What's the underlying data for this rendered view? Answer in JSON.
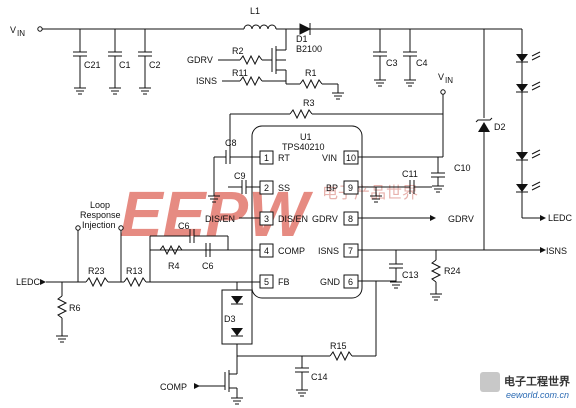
{
  "ic": {
    "ref": "U1",
    "part": "TPS40210"
  },
  "pins": [
    {
      "num": "1",
      "name": "RT"
    },
    {
      "num": "2",
      "name": "SS"
    },
    {
      "num": "3",
      "name": "DIS/EN"
    },
    {
      "num": "4",
      "name": "COMP"
    },
    {
      "num": "5",
      "name": "FB"
    },
    {
      "num": "10",
      "name": "VIN"
    },
    {
      "num": "9",
      "name": "BP"
    },
    {
      "num": "8",
      "name": "GDRV"
    },
    {
      "num": "7",
      "name": "ISNS"
    },
    {
      "num": "6",
      "name": "GND"
    }
  ],
  "nets": {
    "vin": "V",
    "vin_sub": "IN",
    "gdrv": "GDRV",
    "isns": "ISNS",
    "dis_en": "DIS/EN",
    "ledc": "LEDC",
    "comp": "COMP"
  },
  "components": {
    "L1": "L1",
    "D1": "D1",
    "D1_part": "B2100",
    "C21": "C21",
    "C1": "C1",
    "C2": "C2",
    "C3": "C3",
    "C4": "C4",
    "R2": "R2",
    "R11": "R11",
    "R1": "R1",
    "R3": "R3",
    "C8": "C8",
    "C9": "C9",
    "C10": "C10",
    "C11": "C11",
    "C13": "C13",
    "C14": "C14",
    "C6a": "C6",
    "C6b": "C6",
    "R4": "R4",
    "R23": "R23",
    "R13": "R13",
    "R6": "R6",
    "R15": "R15",
    "R24": "R24",
    "D2": "D2",
    "D3": "D3"
  },
  "loop_label": [
    "Loop",
    "Response",
    "Injection"
  ],
  "watermark": {
    "brand": "EEPW",
    "cn": "电子产品世界",
    "footer_cn": "电子工程世界",
    "footer_url": "eeworld.com.cn"
  },
  "colors": {
    "watermark": "#d94a3c",
    "wire": "#111111",
    "footer": "#2a6ab3"
  }
}
